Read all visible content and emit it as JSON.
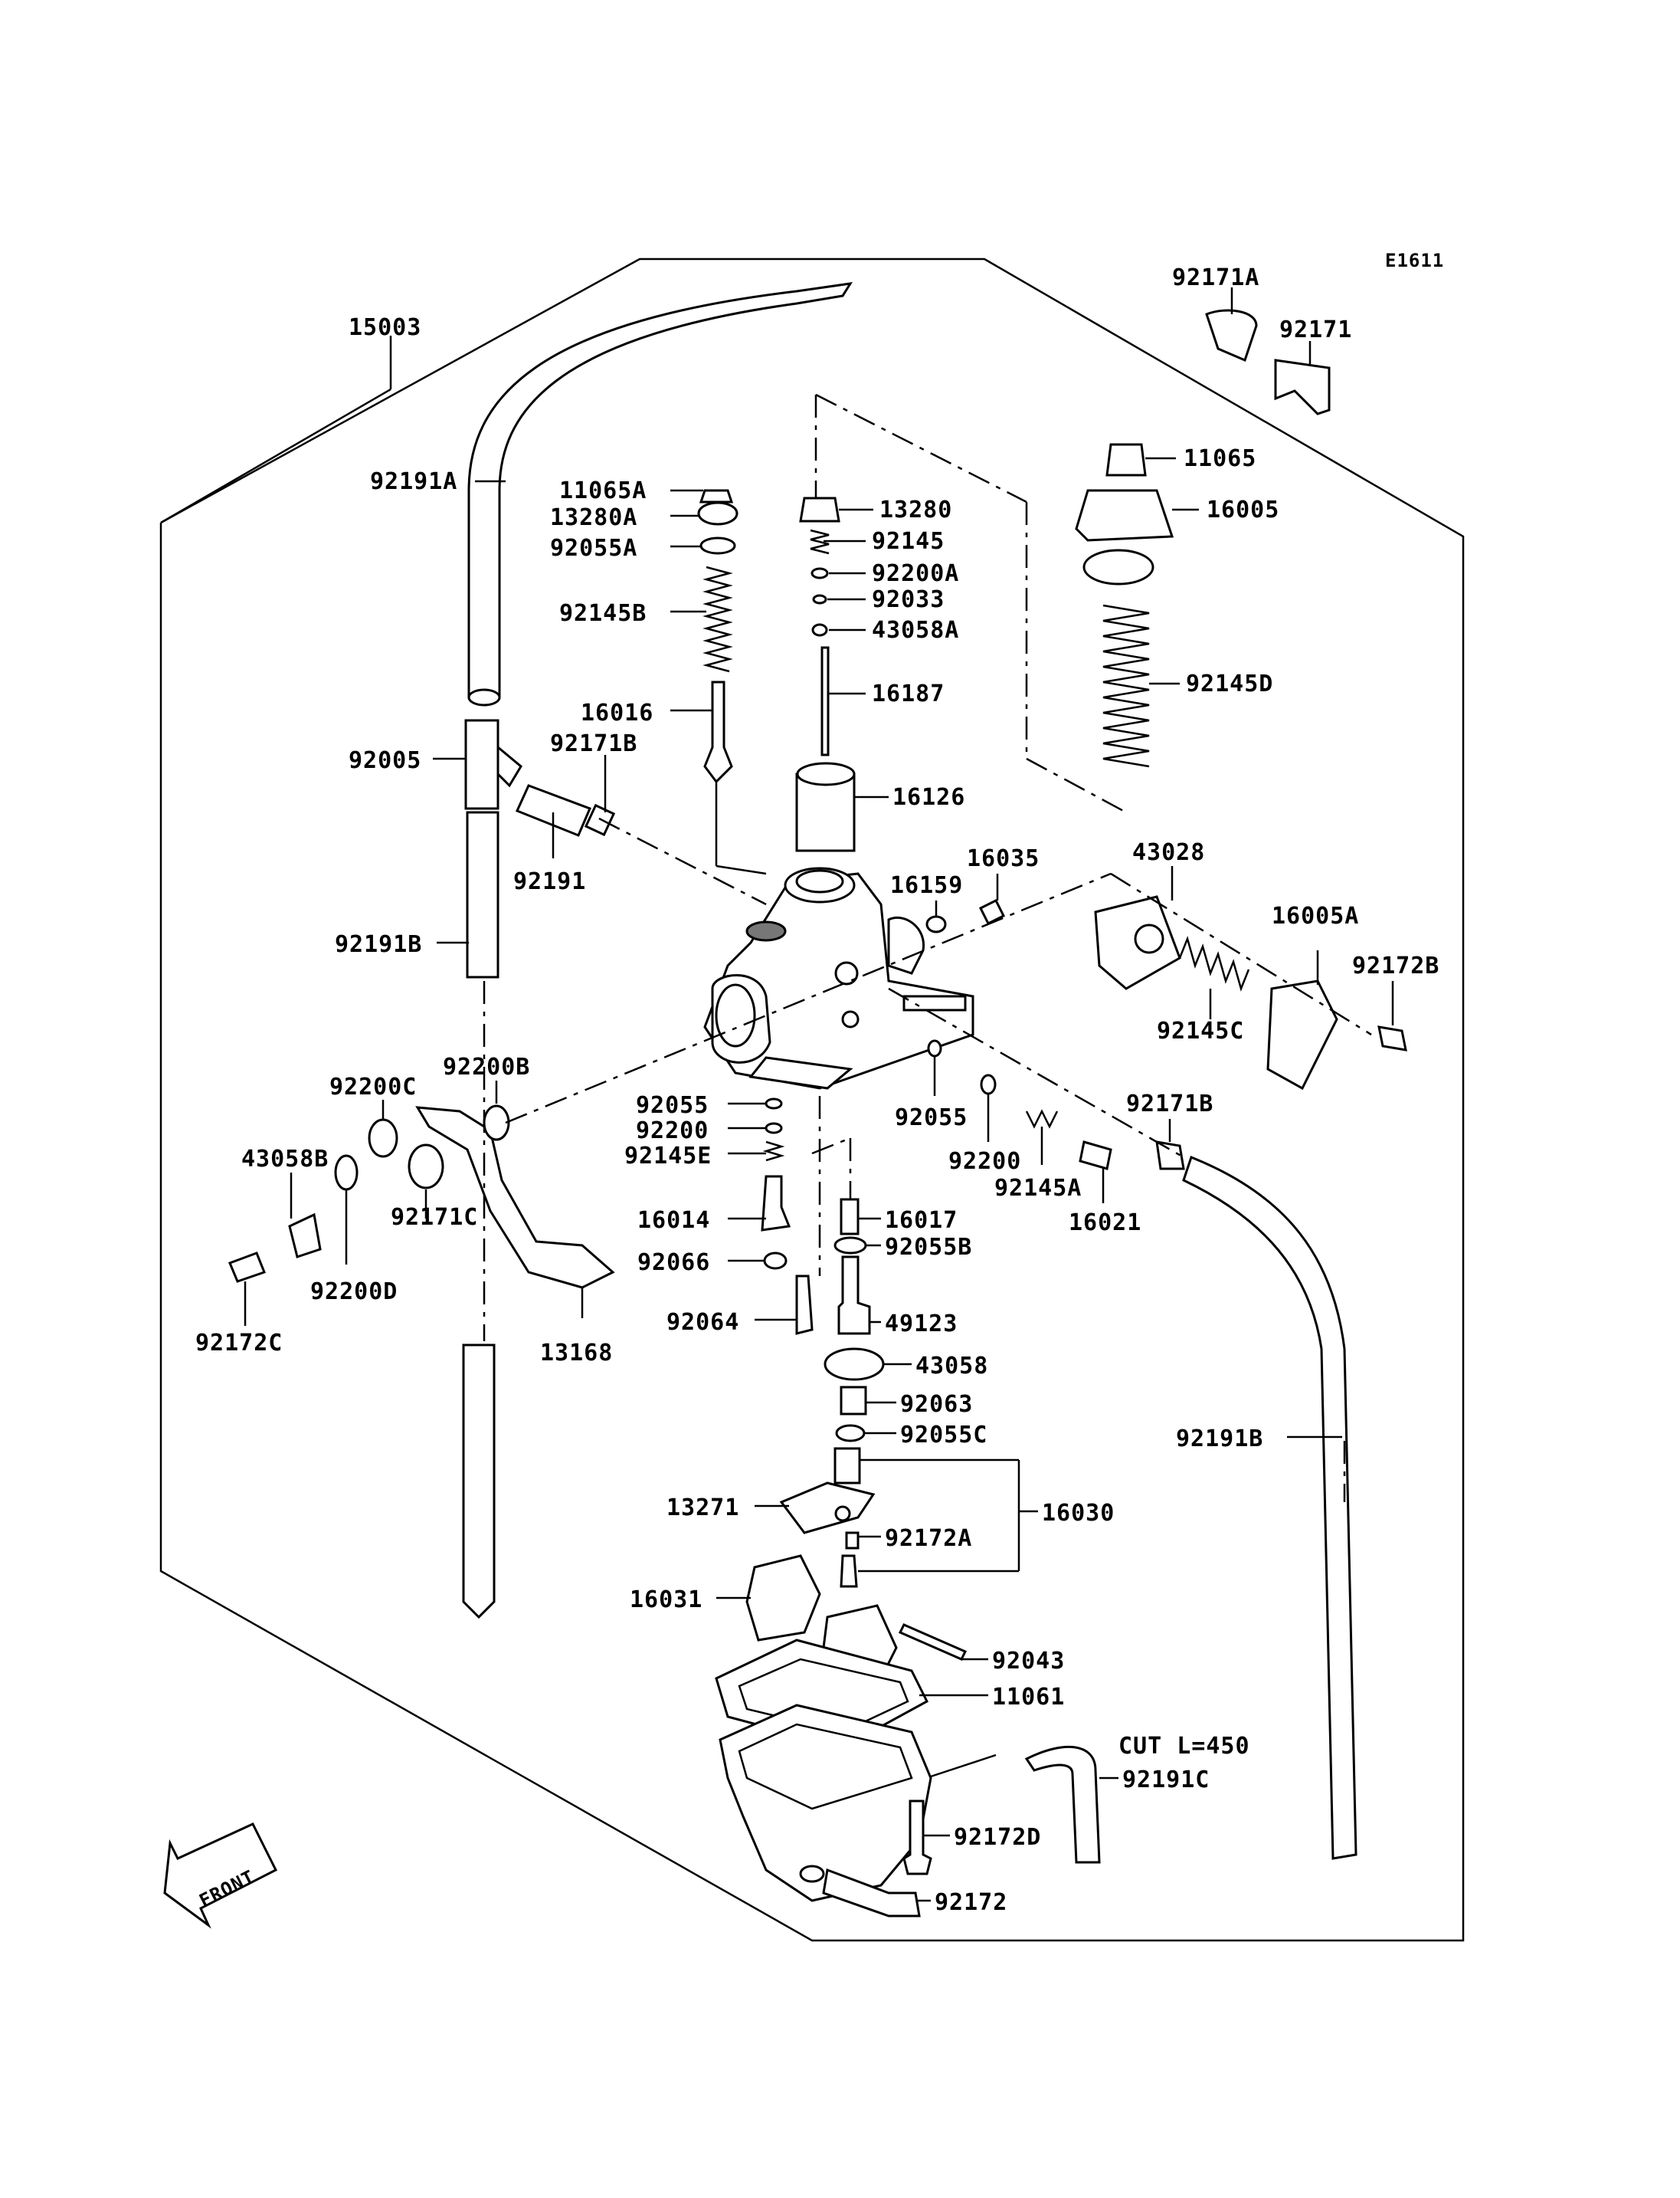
{
  "diagram_code": "E1611",
  "front_arrow": "FRONT",
  "labels": {
    "l15003": "15003",
    "l92191A": "92191A",
    "l11065A": "11065A",
    "l13280A": "13280A",
    "l92055A": "92055A",
    "l92145B": "92145B",
    "l16016": "16016",
    "l92171B": "92171B",
    "l92005": "92005",
    "l92191": "92191",
    "l92191B_left": "92191B",
    "l92200B": "92200B",
    "l92200C": "92200C",
    "l43058B": "43058B",
    "l92171C": "92171C",
    "l92200D": "92200D",
    "l92172C": "92172C",
    "l13168": "13168",
    "l92171A": "92171A",
    "l92171": "92171",
    "l11065": "11065",
    "l16005": "16005",
    "l92145D": "92145D",
    "l13280": "13280",
    "l92145": "92145",
    "l92200A": "92200A",
    "l92033": "92033",
    "l43058A": "43058A",
    "l16187": "16187",
    "l16126": "16126",
    "l16035": "16035",
    "l16159": "16159",
    "l43028": "43028",
    "l16005A": "16005A",
    "l92172B": "92172B",
    "l92145C": "92145C",
    "l92171B_right": "92171B",
    "l92055_left": "92055",
    "l92200_left": "92200",
    "l92145E": "92145E",
    "l92055_right": "92055",
    "l92200_right": "92200",
    "l92145A": "92145A",
    "l16021": "16021",
    "l16014": "16014",
    "l16017": "16017",
    "l92066": "92066",
    "l92055B": "92055B",
    "l92064": "92064",
    "l49123": "49123",
    "l43058": "43058",
    "l92063": "92063",
    "l92055C": "92055C",
    "l13271": "13271",
    "l16030": "16030",
    "l92172A": "92172A",
    "l16031": "16031",
    "l92043": "92043",
    "l11061": "11061",
    "l_cut": "CUT L=450",
    "l92191C": "92191C",
    "l92172D": "92172D",
    "l92172": "92172",
    "l92191B_right": "92191B"
  }
}
